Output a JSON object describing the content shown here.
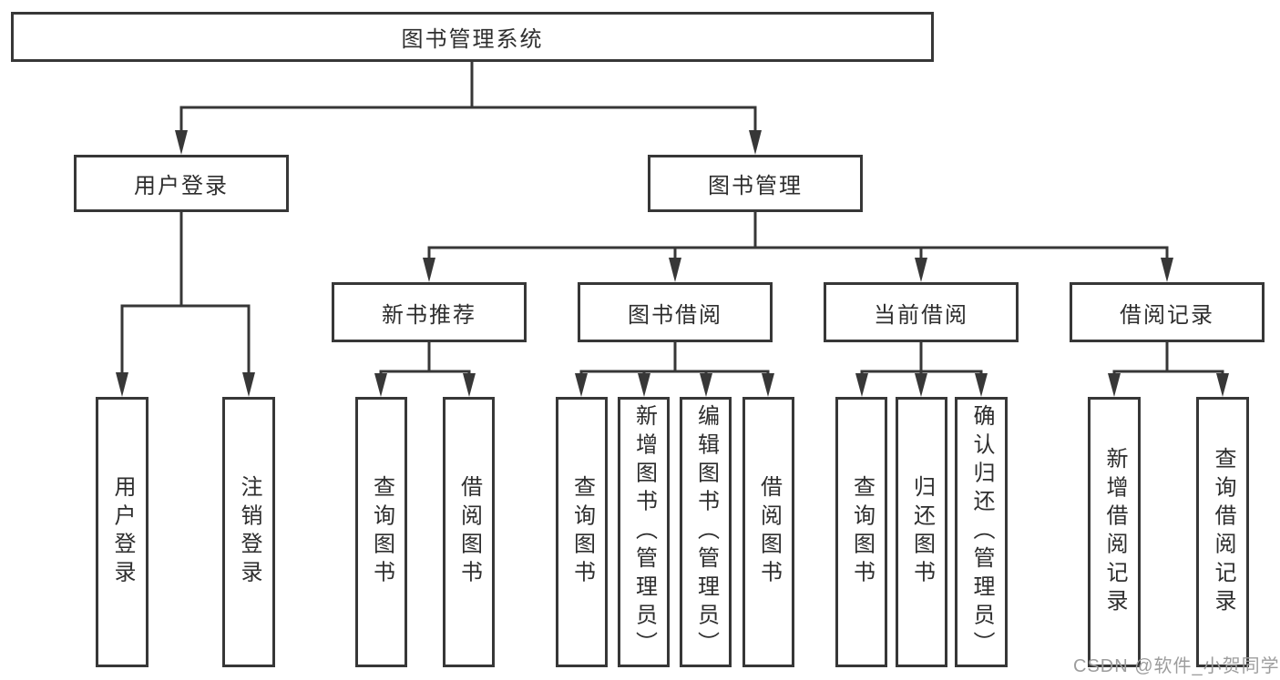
{
  "diagram_title": "图书管理系统",
  "nodes": {
    "root": "图书管理系统",
    "user_login": "用户登录",
    "book_management": "图书管理",
    "leaf_user_login": "用户登录",
    "leaf_logout": "注销登录",
    "new_book_recommend": "新书推荐",
    "book_borrowing": "图书借阅",
    "current_borrowing": "当前借阅",
    "borrowing_records": "借阅记录",
    "nbr_query_books": "查询图书",
    "nbr_borrow_books": "借阅图书",
    "bb_query_books": "查询图书",
    "bb_add_books_admin": "新增图书（管理员）",
    "bb_edit_books_admin": "编辑图书（管理员）",
    "bb_borrow_books": "借阅图书",
    "cb_query_books": "查询图书",
    "cb_return_books": "归还图书",
    "cb_confirm_return_admin": "确认归还（管理员）",
    "br_add_record": "新增借阅记录",
    "br_query_record": "查询借阅记录"
  },
  "watermark": "CSDN @软件_小贺同学",
  "colors": {
    "line": "#373737",
    "text": "#2e2e2e",
    "background": "#ffffff",
    "watermark": "#9d9d9d"
  }
}
